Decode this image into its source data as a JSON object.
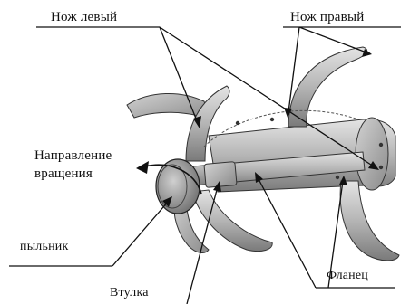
{
  "labels": {
    "left_knife": "Нож левый",
    "right_knife": "Нож правый",
    "direction_line1": "Направление",
    "direction_line2": "вращения",
    "dust_cover": "пыльник",
    "flange": "Фланец",
    "sleeve": "Втулка"
  },
  "colors": {
    "ink": "#111111",
    "metal_light": "#d9d9d9",
    "metal_mid": "#a8a8a8",
    "metal_dark": "#6e6e6e",
    "background": "#ffffff"
  }
}
